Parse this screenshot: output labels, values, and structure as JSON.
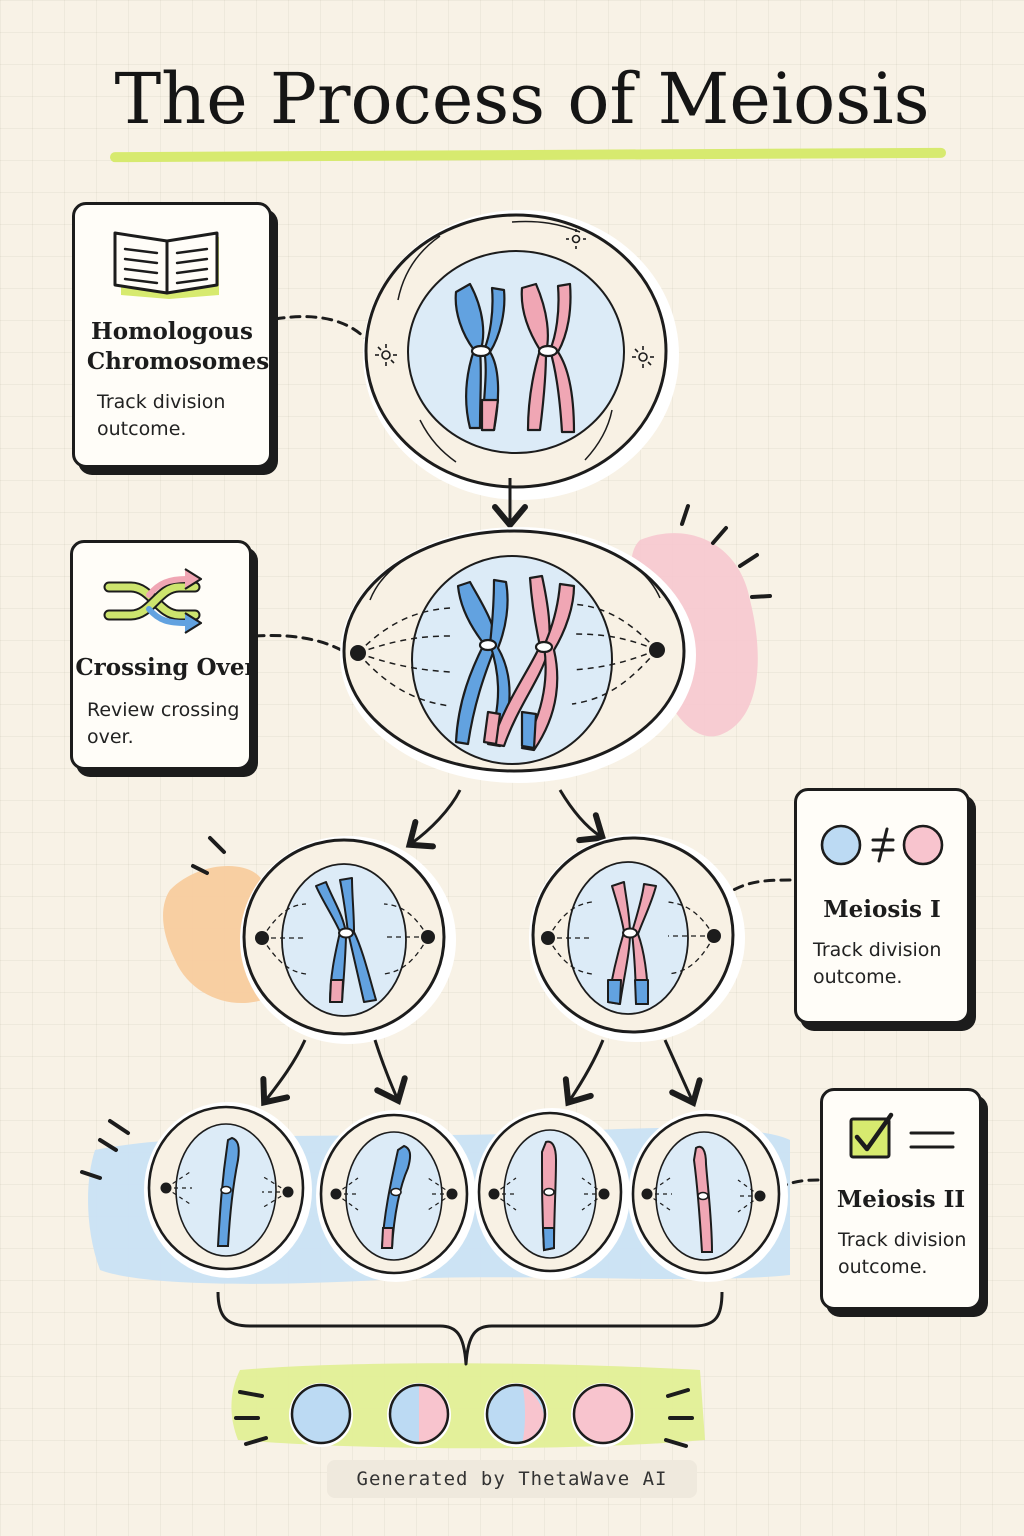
{
  "title": "The Process of Meiosis",
  "cards": {
    "homologous": {
      "title_line1": "Homologous",
      "title_line2": "Chromosomes",
      "desc_line1": "Track division",
      "desc_line2": "outcome."
    },
    "crossing": {
      "title": "Crossing Over",
      "desc_line1": "Review crossing",
      "desc_line2": "over."
    },
    "meiosis1": {
      "title": "Meiosis I",
      "desc_line1": "Track division",
      "desc_line2": "outcome."
    },
    "meiosis2": {
      "title": "Meiosis II",
      "desc_line1": "Track division",
      "desc_line2": "outcome."
    }
  },
  "footer": "Generated by ThetaWave AI",
  "colors": {
    "blue_chromosome": "#62a2e0",
    "pink_chromosome": "#f0a6b4",
    "nucleus": "#dcebf7",
    "accent_green": "#d7ea6f",
    "accent_pink": "#f6c8cf",
    "accent_orange": "#f8cc9e",
    "accent_blue": "#c9e1f4"
  }
}
